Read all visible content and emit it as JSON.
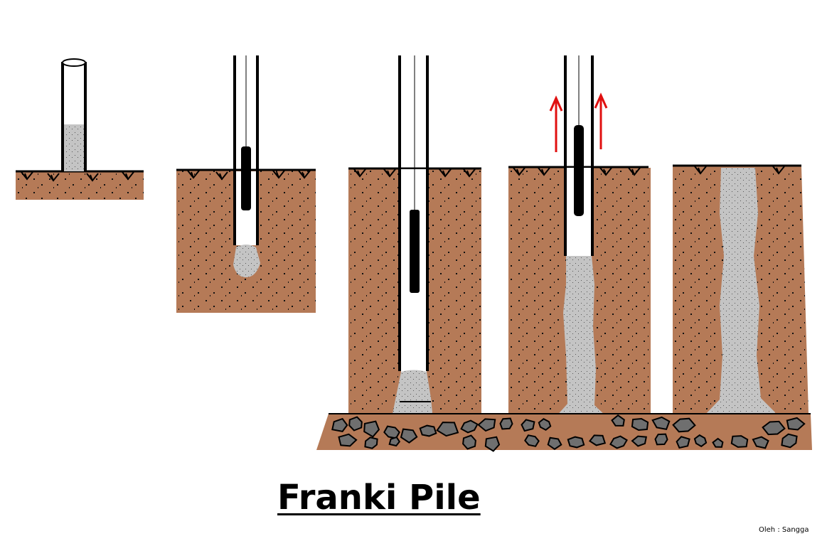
{
  "title": "Franki Pile",
  "credit": "Oleh : Sangga",
  "colors": {
    "soil": "#b57a57",
    "concrete": "#c4c4c4",
    "rock": "#6f6f6f",
    "casing": "#000000",
    "arrow": "#e01010",
    "background": "#ffffff"
  },
  "stages": [
    {
      "step": 1,
      "description": "casing with dry concrete plug at ground surface"
    },
    {
      "step": 2,
      "description": "drop hammer drives plug and casing into soil"
    },
    {
      "step": 3,
      "description": "casing reaches bearing stratum"
    },
    {
      "step": 4,
      "description": "casing withdrawn while concrete is rammed",
      "arrows": "up"
    },
    {
      "step": 5,
      "description": "completed pile with enlarged base"
    }
  ]
}
